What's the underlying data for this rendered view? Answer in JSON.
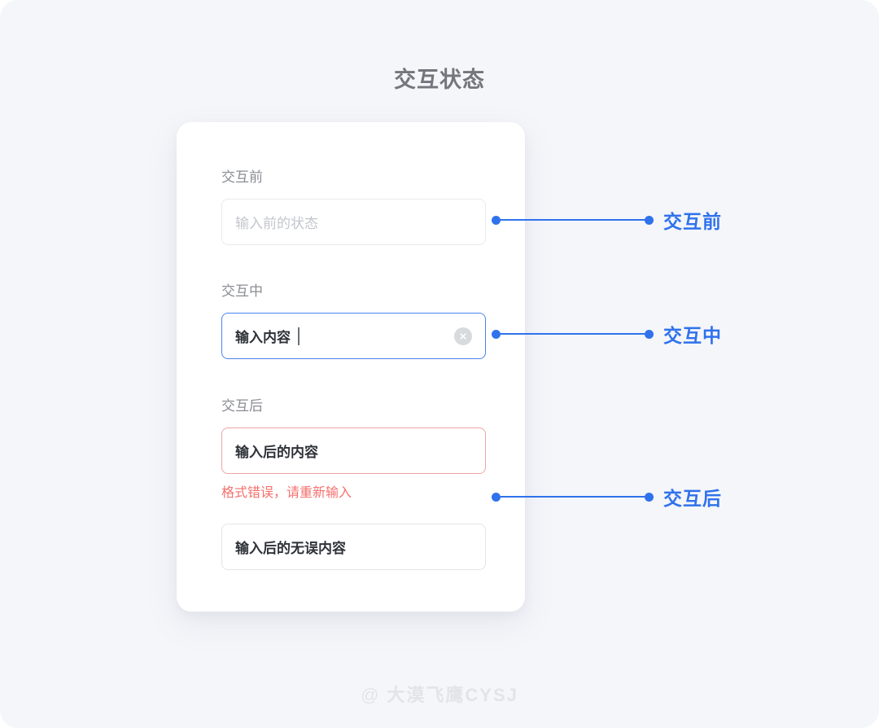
{
  "page": {
    "title": "交互状态",
    "background_color": "#f5f6fa",
    "card_color": "#ffffff",
    "accent_color": "#2f72ec",
    "error_color": "#f5706e"
  },
  "card": {
    "fields": [
      {
        "label": "交互前",
        "state": "default",
        "placeholder": "输入前的状态",
        "value": "",
        "border_color": "#e8eaee",
        "has_clear_icon": false,
        "has_caret": false,
        "error": ""
      },
      {
        "label": "交互中",
        "state": "focus",
        "placeholder": "",
        "value": "输入内容",
        "border_color": "#4b83f0",
        "has_clear_icon": true,
        "has_caret": true,
        "error": ""
      },
      {
        "label": "交互后",
        "state": "error",
        "placeholder": "",
        "value": "输入后的内容",
        "border_color": "#f1a3a3",
        "has_clear_icon": false,
        "has_caret": false,
        "error": "格式错误，请重新输入"
      },
      {
        "label": "",
        "state": "filled",
        "placeholder": "",
        "value": "输入后的无误内容",
        "border_color": "#e3e5e9",
        "has_clear_icon": false,
        "has_caret": false,
        "error": ""
      }
    ]
  },
  "callouts": [
    {
      "label": "交互前"
    },
    {
      "label": "交互中"
    },
    {
      "label": "交互后"
    }
  ],
  "watermark": {
    "at": "@",
    "text": "大漠飞鹰CYSJ"
  },
  "icons": {
    "clear": "close-circle-icon"
  }
}
